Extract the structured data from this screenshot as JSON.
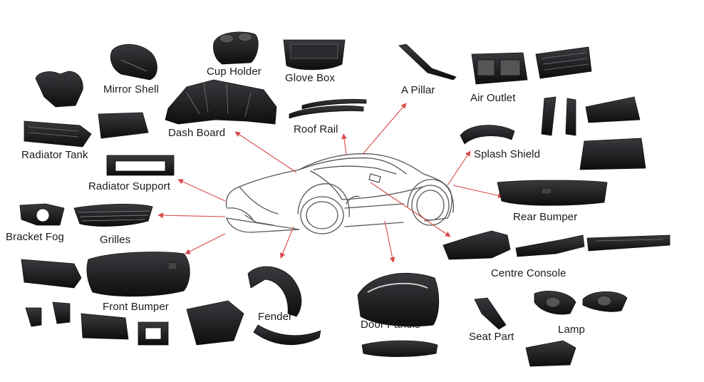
{
  "labels": {
    "cup_holder": "Cup Holder",
    "glove_box": "Glove Box",
    "mirror_shell": "Mirror Shell",
    "a_pillar": "A Pillar",
    "air_outlet": "Air Outlet",
    "dash_board": "Dash Board",
    "roof_rail": "Roof Rail",
    "radiator_tank": "Radiator Tank",
    "splash_shield": "Splash Shield",
    "radiator_support": "Radiator Support",
    "rear_bumper": "Rear Bumper",
    "bracket_fog": "Bracket Fog",
    "grilles": "Grilles",
    "centre_console": "Centre Console",
    "front_bumper": "Front Bumper",
    "fender": "Fender",
    "door_panels": "Door Panels",
    "seat_part": "Seat Part",
    "lamp": "Lamp"
  },
  "colors": {
    "arrow": "#d94a4a",
    "part": "#1c1c1e",
    "outline": "#555555",
    "text": "#1a1a1a"
  }
}
